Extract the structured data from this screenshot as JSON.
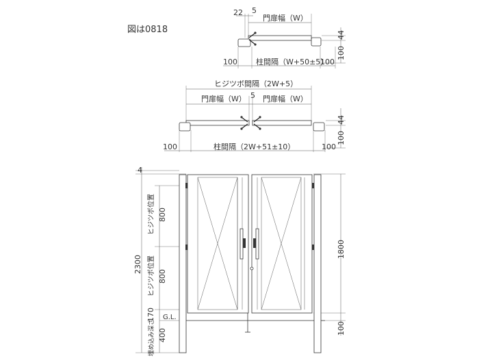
{
  "figure_id": "図は0818",
  "top_plan": {
    "gap_small": "22",
    "gap_5": "5",
    "door_width": "門扉幅（W）",
    "depth_44": "44",
    "depth_100": "100",
    "post_left": "100",
    "post_spacing": "柱間隔（W+50±5）",
    "post_right": "100"
  },
  "middle_plan": {
    "hinge_spacing": "ヒジツボ間隔（2W+5）",
    "center_gap": "5",
    "door_width_left": "門扉幅（W）",
    "door_width_right": "門扉幅（W）",
    "depth_44": "44",
    "depth_100": "100",
    "post_left": "100",
    "post_spacing": "柱間隔（2W+51±10）",
    "post_right": "100"
  },
  "elevation": {
    "top_4": "4",
    "total_2300": "2300",
    "hinge_label_1": "ヒジツボ位置",
    "hinge_800_1": "800",
    "hinge_label_2": "ヒジツボ位置",
    "hinge_800_2": "800",
    "bottom_170": "170",
    "ground": "G.L.",
    "embed_label": "埋め込み深さ",
    "embed_400": "400",
    "height_1800": "1800",
    "right_100": "100"
  }
}
